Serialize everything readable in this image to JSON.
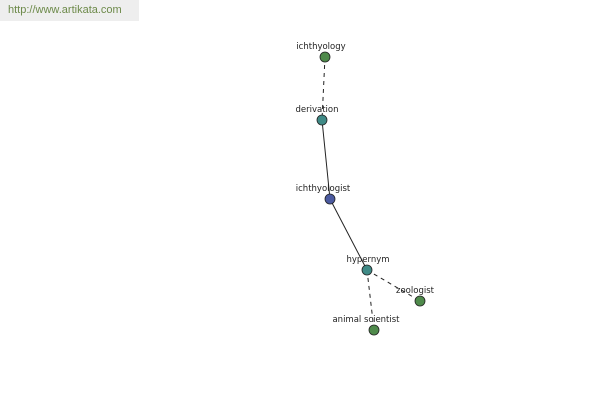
{
  "header": {
    "site_url": "http://www.artikata.com"
  },
  "colors": {
    "root": "#4b5aa0",
    "relation": "#3f8a86",
    "term": "#4f8a4b",
    "edge": "#222222",
    "link": "#6d8a4a"
  },
  "graph": {
    "nodes": [
      {
        "id": "ichthyology",
        "label": "ichthyology",
        "kind": "term"
      },
      {
        "id": "derivation",
        "label": "derivation",
        "kind": "relation"
      },
      {
        "id": "ichthyologist",
        "label": "ichthyologist",
        "kind": "root"
      },
      {
        "id": "hypernym",
        "label": "hypernym",
        "kind": "relation"
      },
      {
        "id": "zoologist",
        "label": "zoologist",
        "kind": "term"
      },
      {
        "id": "animal-scientist",
        "label": "animal scientist",
        "kind": "term"
      }
    ],
    "edges": [
      {
        "from": "ichthyology",
        "to": "derivation",
        "style": "dashed"
      },
      {
        "from": "derivation",
        "to": "ichthyologist",
        "style": "solid"
      },
      {
        "from": "ichthyologist",
        "to": "hypernym",
        "style": "solid"
      },
      {
        "from": "hypernym",
        "to": "zoologist",
        "style": "dashed"
      },
      {
        "from": "hypernym",
        "to": "animal-scientist",
        "style": "dashed"
      }
    ]
  }
}
